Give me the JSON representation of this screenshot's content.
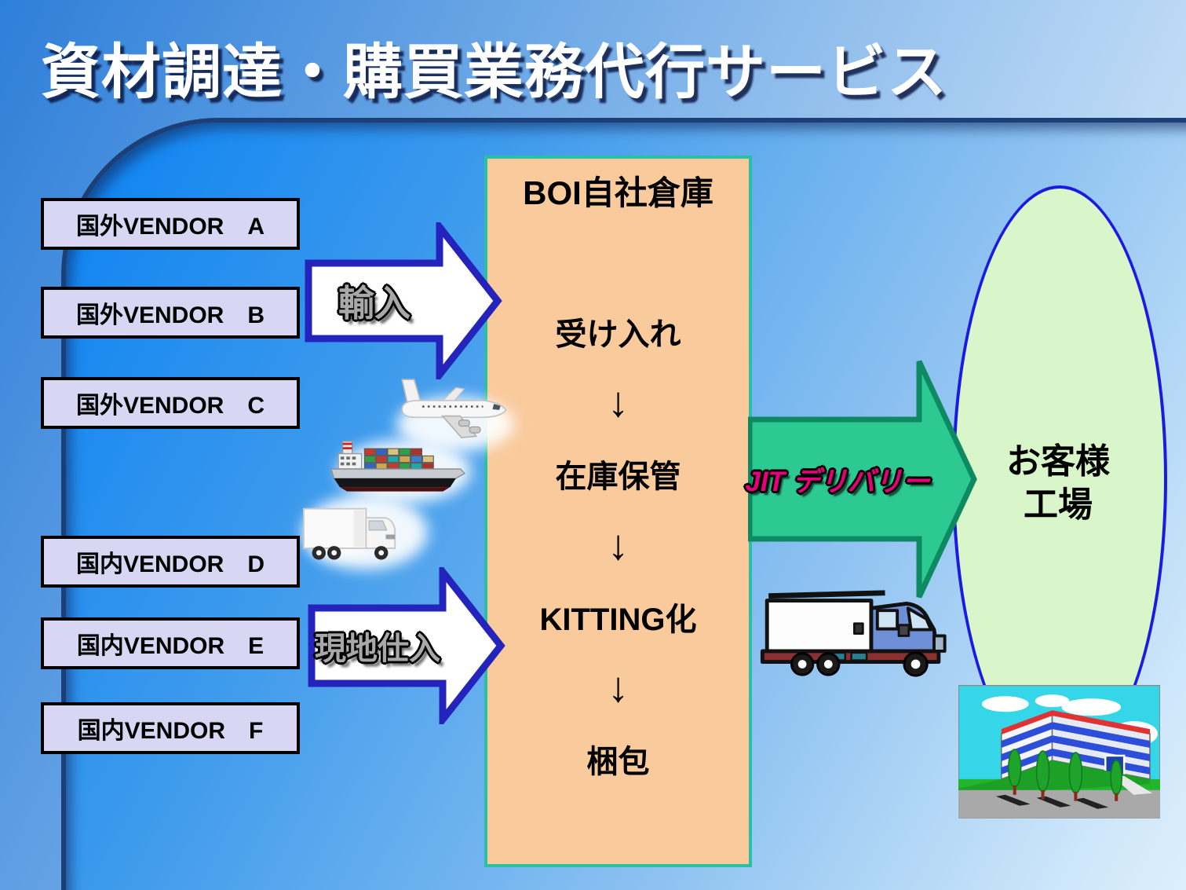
{
  "slide": {
    "title": "資材調達・購買業務代行サービス"
  },
  "vendors": [
    "国外VENDOR　A",
    "国外VENDOR　B",
    "国外VENDOR　C",
    "国内VENDOR　D",
    "国内VENDOR　E",
    "国内VENDOR　F"
  ],
  "warehouse": {
    "title": "BOI自社倉庫",
    "steps": [
      "受け入れ",
      "在庫保管",
      "KITTING化",
      "梱包"
    ],
    "down_arrow": "↓"
  },
  "arrows": {
    "import_label": "輸入",
    "local_purchase_label": "現地仕入",
    "jit_label": "JIT デリバリー"
  },
  "customer": {
    "label_line1": "お客様",
    "label_line2": "工場"
  },
  "colors": {
    "vendor_box_fill": "#d9d6f4",
    "warehouse_fill": "#f9ca9c",
    "warehouse_border": "#2bbfa4",
    "flow_arrow_fill": "#ffffff",
    "flow_arrow_border": "#2424bc",
    "jit_arrow_fill": "#2dc993",
    "jit_arrow_border": "#0d8a61",
    "jit_label_color": "#e6007e",
    "customer_ellipse_fill": "#d9f6ca",
    "customer_ellipse_border": "#1a1ae0",
    "title_color": "#ffffff"
  },
  "icons": {
    "airplane": "airplane-icon",
    "cargo_ship": "cargo-ship-icon",
    "local_truck": "delivery-truck-icon",
    "jit_truck": "jit-truck-icon",
    "factory_building": "factory-building-icon"
  }
}
